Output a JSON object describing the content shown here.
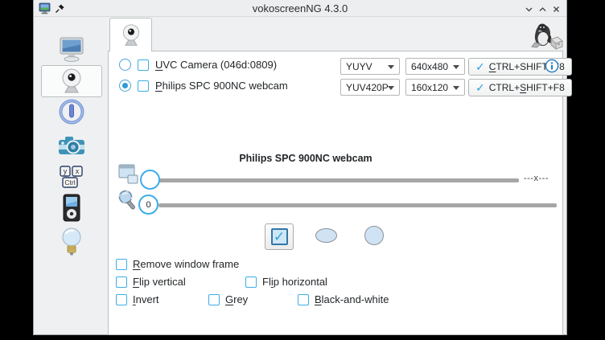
{
  "titlebar": {
    "title": "vokoscreenNG 4.3.0"
  },
  "sidebar": {
    "items": [
      {
        "icon": "screen"
      },
      {
        "icon": "webcam",
        "selected": true
      },
      {
        "icon": "countdown"
      },
      {
        "icon": "camera"
      },
      {
        "icon": "hotkeys"
      },
      {
        "icon": "player"
      },
      {
        "icon": "systray"
      }
    ]
  },
  "cameras": {
    "rows": [
      {
        "label": {
          "pre": "",
          "key": "U",
          "post": "VC Camera (046d:0809)"
        },
        "format": "YUYV",
        "resolution": "640x480",
        "hotkey": {
          "pre": "",
          "key": "C",
          "post": "TRL+SHIFT+F8"
        },
        "selected": false
      },
      {
        "label": {
          "pre": "",
          "key": "P",
          "post": "hilips SPC 900NC webcam"
        },
        "format": "YUV420P",
        "resolution": "160x120",
        "hotkey": {
          "pre": "CTRL+",
          "key": "S",
          "post": "HIFT+F8"
        },
        "selected": true
      }
    ]
  },
  "panel": {
    "title": "Philips SPC 900NC webcam",
    "size_value": "---x---",
    "zoom_value": "0"
  },
  "options": {
    "remove_window_frame": {
      "pre": "",
      "key": "R",
      "post": "emove window frame"
    },
    "flip_vertical": {
      "pre": "",
      "key": "F",
      "post": "lip vertical"
    },
    "flip_horizontal": {
      "pre": "Fl",
      "key": "i",
      "post": "p horizontal"
    },
    "invert": {
      "pre": "",
      "key": "I",
      "post": "nvert"
    },
    "grey": {
      "pre": "",
      "key": "G",
      "post": "rey"
    },
    "black_and_white": {
      "pre": "",
      "key": "B",
      "post": "lack-and-white"
    }
  },
  "colors": {
    "accent": "#3daee9",
    "titlebar_bg": "#eceeef",
    "sidebar_bg": "#eff0f1",
    "track": "#a6a6a6",
    "check": "#2e9fe0"
  }
}
